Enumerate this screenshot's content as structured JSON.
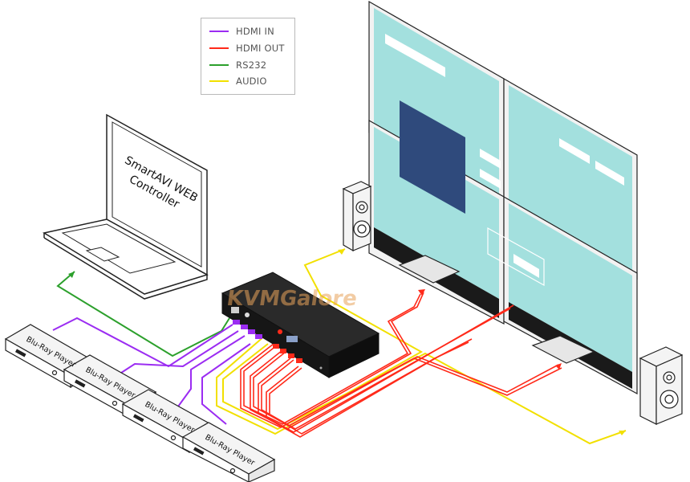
{
  "legend": {
    "items": [
      {
        "label": "HDMI IN",
        "color": "#9b2cf2"
      },
      {
        "label": "HDMI OUT",
        "color": "#ff2a1a"
      },
      {
        "label": "RS232",
        "color": "#2ca02c"
      },
      {
        "label": "AUDIO",
        "color": "#f2e000"
      }
    ]
  },
  "laptop": {
    "screen_text_line1": "SmartAVI WEB",
    "screen_text_line2": "Controller"
  },
  "players": [
    {
      "label": "Blu-Ray Player"
    },
    {
      "label": "Blu-Ray Player"
    },
    {
      "label": "Blu-Ray Player"
    },
    {
      "label": "Blu-Ray Player"
    }
  ],
  "watermark": {
    "text": "KVMGalore"
  },
  "colors": {
    "screen": "#a3e0de",
    "screen_window": "#2f4a7c",
    "device": "#1a1a1a",
    "outline": "#222222"
  }
}
